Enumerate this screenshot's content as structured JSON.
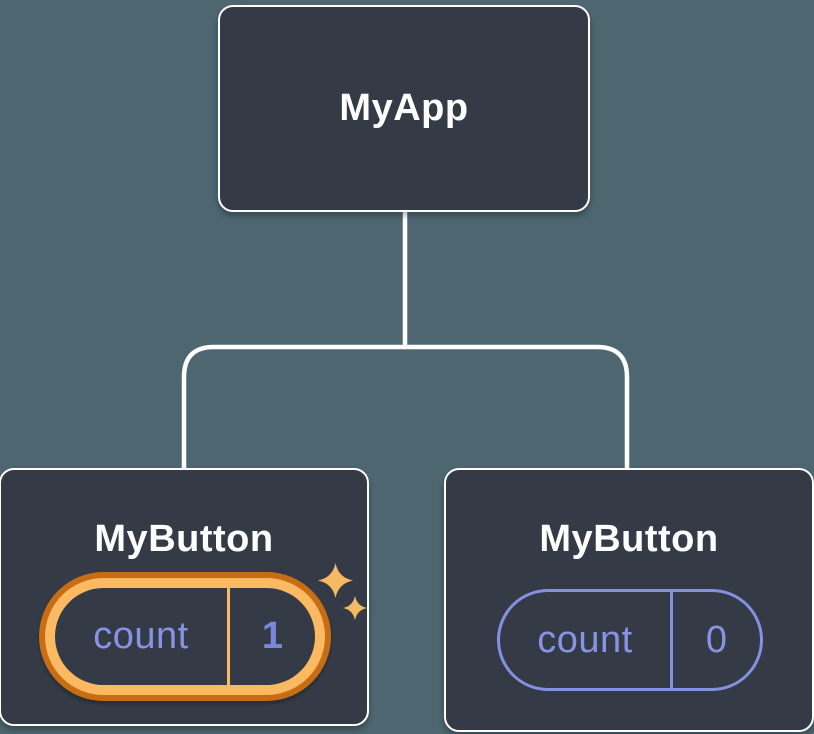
{
  "diagram": {
    "root": {
      "label": "MyApp"
    },
    "children": [
      {
        "label": "MyButton",
        "state_key": "count",
        "state_value": "1",
        "highlighted": true
      },
      {
        "label": "MyButton",
        "state_key": "count",
        "state_value": "0",
        "highlighted": false
      }
    ],
    "icons": {
      "sparkles": "✦"
    },
    "colors": {
      "background": "#4D6670",
      "node_fill": "#343B46",
      "node_border": "#FFFFFF",
      "connector": "#FFFFFF",
      "label_text": "#FFFFFF",
      "state_text": "#8893E4",
      "state_value_text": "#7B87DB",
      "state_border": "#8490E0",
      "highlight_outer": "#C76E15",
      "highlight_inner": "#FBB962",
      "sparkle": "#F6BA63"
    }
  }
}
